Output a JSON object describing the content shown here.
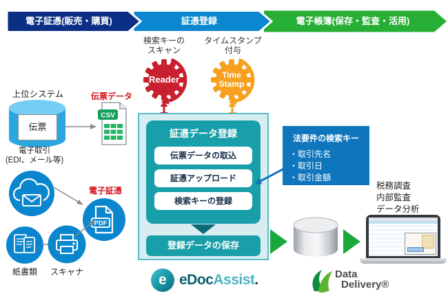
{
  "banner": {
    "steps": [
      {
        "label": "電子証憑(販売・購買)",
        "color": "#0b2f85"
      },
      {
        "label": "証憑登録",
        "color": "#0a87cf"
      },
      {
        "label": "電子帳簿(保存・監査・活用)",
        "color": "#27ae35"
      }
    ]
  },
  "process": {
    "reader": {
      "caption1": "検索キーの",
      "caption2": "スキャン",
      "label": "Reader",
      "color": "#c8202f"
    },
    "timestamp": {
      "caption1": "タイムスタンプ",
      "caption2": "付与",
      "label1": "Time",
      "label2": "Stamp",
      "color": "#f6a01e"
    }
  },
  "sources": {
    "upper_system": {
      "title": "上位システム",
      "db_label": "伝票",
      "data_label": "伝票データ",
      "file_type": "CSV"
    },
    "electronic": {
      "title1": "電子取引",
      "title2": "(EDI、メール等)",
      "data_label": "電子証憑",
      "file_type": "PDF"
    },
    "paper": {
      "docs": "紙書類",
      "scanner": "スキャナ"
    }
  },
  "center": {
    "header": "証憑データ登録",
    "steps": [
      "伝票データの取込",
      "証憑アップロード",
      "検索キーの登録"
    ],
    "save": "登録データの保存"
  },
  "requirements": {
    "title": "法要件の検索キー",
    "items": [
      "・取引先名",
      "・取引日",
      "・取引金額"
    ]
  },
  "usage": {
    "lines": [
      "税務調査",
      "内部監査",
      "データ分析"
    ]
  },
  "logos": {
    "edoc": {
      "icon": "e",
      "part1": "eDoc",
      "part2": "Assist",
      "period": "."
    },
    "datadelivery": {
      "line1": "Data",
      "line2": "Delivery®"
    }
  },
  "colors": {
    "navy": "#0b2f85",
    "blue": "#0a87cf",
    "green": "#27ae35",
    "teal": "#189fa9",
    "teal_dark": "#0d6b75",
    "box_bg": "#d8edf2",
    "box_border": "#59bcc8",
    "req_blue": "#0f76bd",
    "red": "#c8202f",
    "orange": "#f6a01e",
    "label_red": "#d6131c"
  }
}
